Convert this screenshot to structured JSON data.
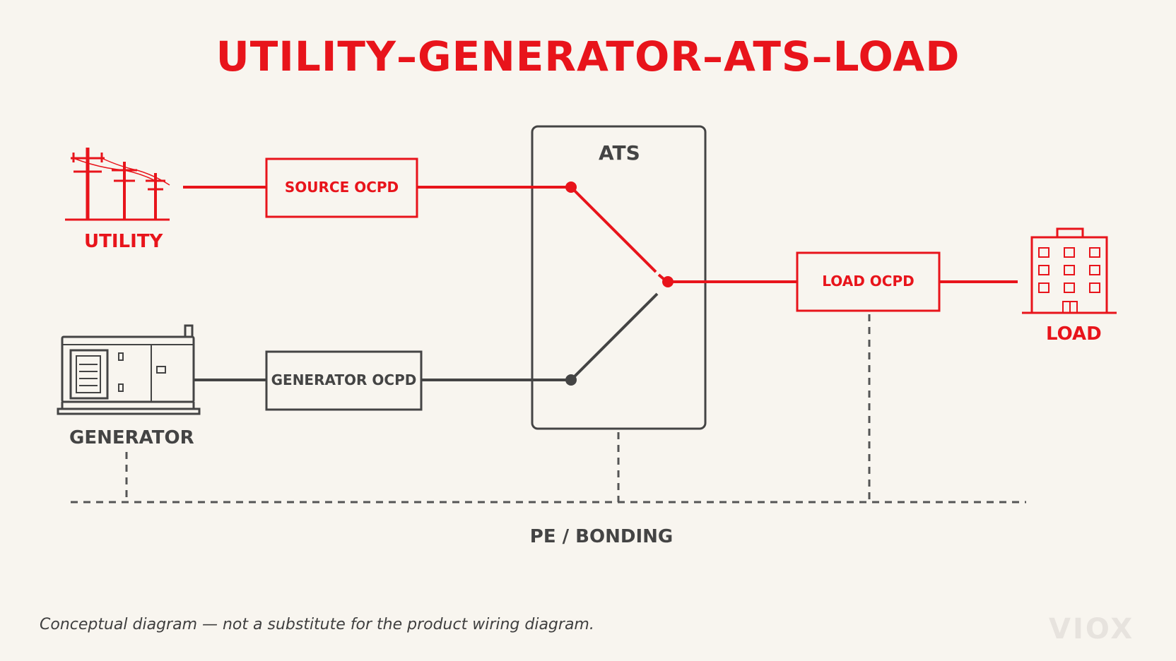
{
  "title": "UTILITY–GENERATOR–ATS–LOAD",
  "nodes": {
    "utility": "UTILITY",
    "generator": "GENERATOR",
    "ats": "ATS",
    "load": "LOAD"
  },
  "boxes": {
    "source_ocpd": "SOURCE OCPD",
    "generator_ocpd": "GENERATOR OCPD",
    "load_ocpd": "LOAD OCPD"
  },
  "bonding_label": "PE / BONDING",
  "caption": "Conceptual diagram — not a substitute for the product wiring diagram.",
  "brand": "VIOX",
  "colors": {
    "accent_red": "#e8141b",
    "dark_gray": "#444444",
    "background": "#f8f5ef",
    "brand_gray": "#e7e3de"
  }
}
